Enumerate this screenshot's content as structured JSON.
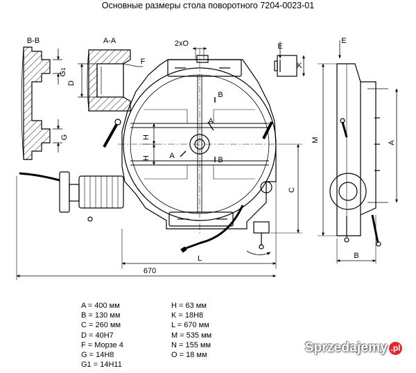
{
  "title": "Основные размеры стола поворотного 7204-0023-01",
  "labels": {
    "section_bb": "B-B",
    "section_aa": "A-A",
    "two_x_o": "2xO",
    "e_top": "E",
    "e_right": "E",
    "f": "F",
    "d": "D",
    "g1": "G",
    "g1_sub": "1",
    "g": "G",
    "k": "K",
    "h_upper": "H",
    "h_lower": "H",
    "a_center_upper": "A",
    "a_center_lower": "A",
    "b_center_upper": "B",
    "b_center_lower": "B",
    "m": "M",
    "a_side": "A",
    "c": "C",
    "l": "L",
    "dim_670": "670",
    "b_bottom": "B"
  },
  "specs_left": [
    "A = 400 мм",
    "B = 130 мм",
    "C = 260 мм",
    "D = 40H7",
    "F = Морзе 4",
    "G = 14H8",
    "G1 = 14H11"
  ],
  "specs_right": [
    "H = 63 мм",
    "K = 18H8",
    "L = 670 мм",
    "M = 535 мм",
    "N = 155 мм",
    "O = 18 мм"
  ],
  "watermark": {
    "text": "Sprzedajemy",
    "suffix": ".pl"
  }
}
